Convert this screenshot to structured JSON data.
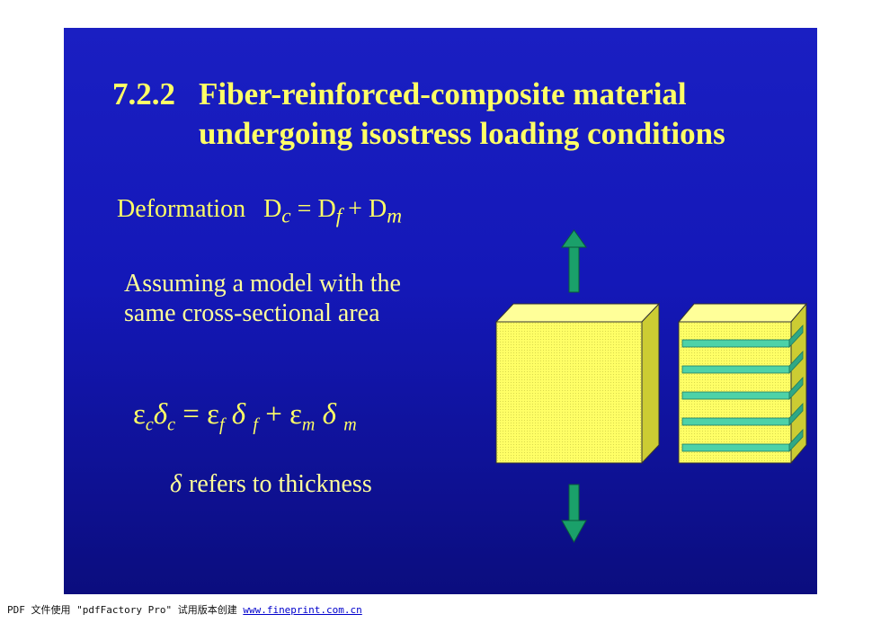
{
  "title": {
    "number": "7.2.2",
    "line1": "Fiber-reinforced-composite material",
    "line2": "undergoing isostress loading conditions"
  },
  "deformation": {
    "label": "Deformation",
    "D": "D",
    "sub_c": "c",
    "equals": " = ",
    "sub_f": "f",
    "plus": " + ",
    "sub_m": "m"
  },
  "assumption": "Assuming a model with the same cross-sectional area",
  "strain_equation": {
    "eps": "ε",
    "delta": "δ",
    "c": "c",
    "f": "f",
    "m": "m",
    "equals": " = ",
    "plus": " + "
  },
  "note": {
    "delta": "δ",
    "text": "refers to thickness"
  },
  "figure": {
    "arrow_color": "#1aa06a",
    "block_color": "#ffff66",
    "fiber_color": "#4dd2a8",
    "fiber_count": 5
  },
  "footer": {
    "text": "PDF 文件使用 \"pdfFactory Pro\" 试用版本创建 ",
    "link": "www.fineprint.com.cn"
  }
}
